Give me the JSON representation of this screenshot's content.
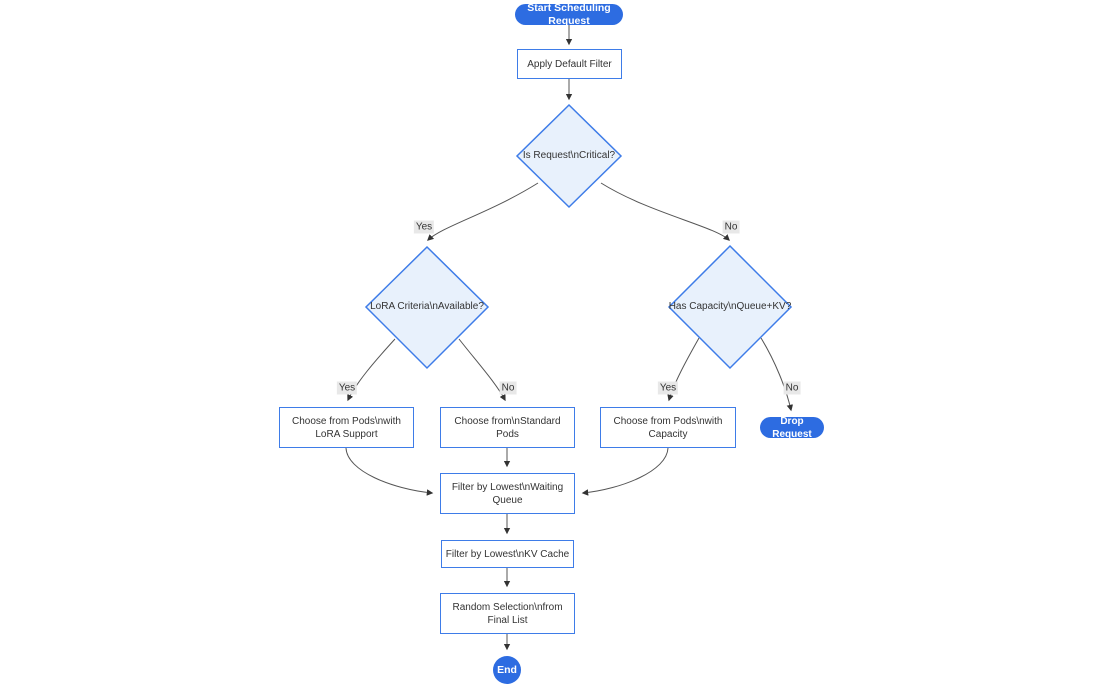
{
  "diagram": {
    "type": "flowchart",
    "colors": {
      "accent_fill": "#2d6ce1",
      "node_border": "#3e7ce8",
      "decision_fill": "#e8f1fc",
      "node_fill": "#ffffff",
      "text": "#333333",
      "edge_line": "#555555",
      "edge_label_bg": "#e8e8e8"
    },
    "nodes": {
      "start": {
        "label": "Start Scheduling Request"
      },
      "apply_filter": {
        "label": "Apply Default Filter"
      },
      "is_critical": {
        "label": "Is Request\\nCritical?"
      },
      "lora_criteria": {
        "label": "LoRA Criteria\\nAvailable?"
      },
      "has_capacity": {
        "label": "Has Capacity\\nQueue+KV?"
      },
      "choose_lora": {
        "line1": "Choose from Pods\\nwith",
        "line2": "LoRA Support"
      },
      "choose_standard": {
        "line1": "Choose from\\nStandard",
        "line2": "Pods"
      },
      "choose_capacity": {
        "line1": "Choose from Pods\\nwith",
        "line2": "Capacity"
      },
      "drop_request": {
        "label": "Drop Request"
      },
      "filter_waiting_queue": {
        "line1": "Filter by Lowest\\nWaiting",
        "line2": "Queue"
      },
      "filter_kv_cache": {
        "label": "Filter by Lowest\\nKV Cache"
      },
      "random_selection": {
        "line1": "Random Selection\\nfrom",
        "line2": "Final List"
      },
      "end": {
        "label": "End"
      }
    },
    "edge_labels": {
      "critical_yes": "Yes",
      "critical_no": "No",
      "lora_yes": "Yes",
      "lora_no": "No",
      "capacity_yes": "Yes",
      "capacity_no": "No"
    }
  }
}
